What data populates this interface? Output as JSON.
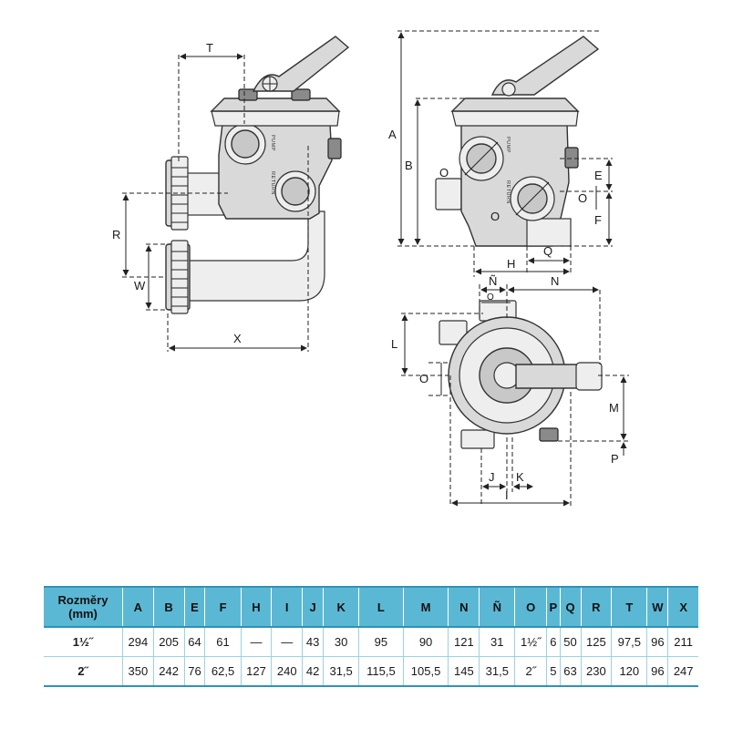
{
  "labels": {
    "T": "T",
    "R": "R",
    "W": "W",
    "X": "X",
    "A": "A",
    "B": "B",
    "O": "O",
    "E": "E",
    "F": "F",
    "Q": "Q",
    "H": "H",
    "N_tilde": "Ñ",
    "N": "N",
    "L": "L",
    "M": "M",
    "P": "P",
    "J": "J",
    "K": "K",
    "I": "I",
    "pump": "PUMP",
    "return": "RETURN"
  },
  "table": {
    "header_line1": "Rozměry",
    "header_line2": "(mm)",
    "columns": [
      "A",
      "B",
      "E",
      "F",
      "H",
      "I",
      "J",
      "K",
      "L",
      "M",
      "N",
      "Ñ",
      "O",
      "P",
      "Q",
      "R",
      "T",
      "W",
      "X"
    ],
    "rows": [
      {
        "size": "1½˝",
        "values": [
          "294",
          "205",
          "64",
          "61",
          "—",
          "—",
          "43",
          "30",
          "95",
          "90",
          "121",
          "31",
          "1½˝",
          "6",
          "50",
          "125",
          "97,5",
          "96",
          "211"
        ]
      },
      {
        "size": "2˝",
        "values": [
          "350",
          "242",
          "76",
          "62,5",
          "127",
          "240",
          "42",
          "31,5",
          "115,5",
          "105,5",
          "145",
          "31,5",
          "2˝",
          "5",
          "63",
          "230",
          "120",
          "96",
          "247"
        ]
      }
    ]
  },
  "colors": {
    "header_bg": "#5bb8d4",
    "header_rule": "#2d93b7",
    "grid": "#9bd2e4"
  }
}
